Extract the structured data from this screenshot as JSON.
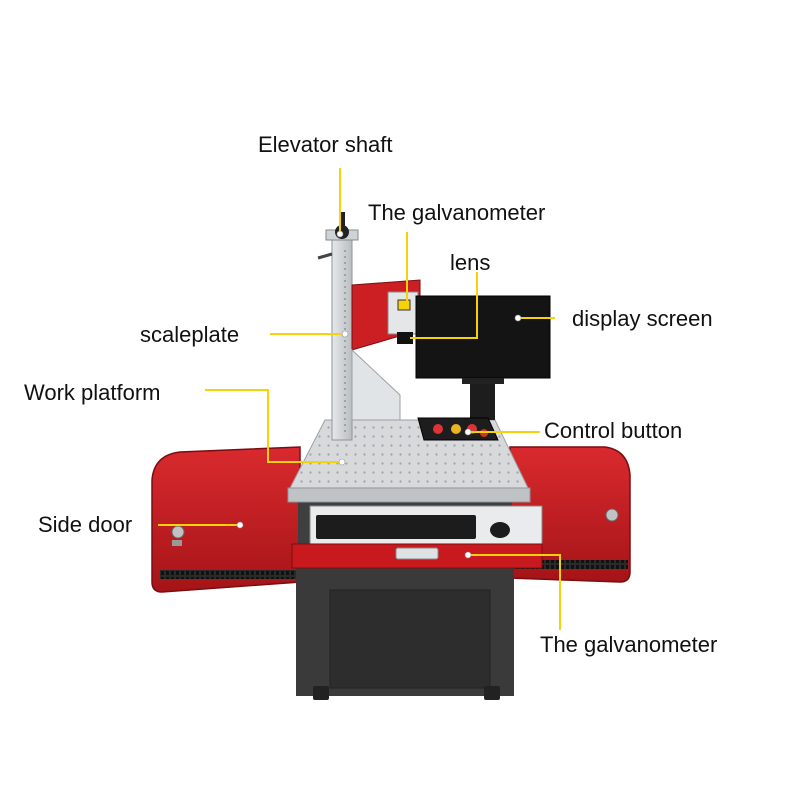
{
  "diagram": {
    "title": "",
    "labels": {
      "elevator_shaft": "Elevator shaft",
      "galvanometer_top": "The galvanometer",
      "lens": "lens",
      "display_screen": "display screen",
      "scaleplate": "scaleplate",
      "work_platform": "Work platform",
      "control_button": "Control button",
      "side_door": "Side door",
      "galvanometer_bottom": "The galvanometer"
    },
    "colors": {
      "leader_line": "#f5d20a",
      "machine_red": "#c8191e",
      "cabinet_dark": "#3a3a3a",
      "screen": "#141414",
      "table_top": "#d4d6d8",
      "steel": "#cfd3d6"
    }
  }
}
